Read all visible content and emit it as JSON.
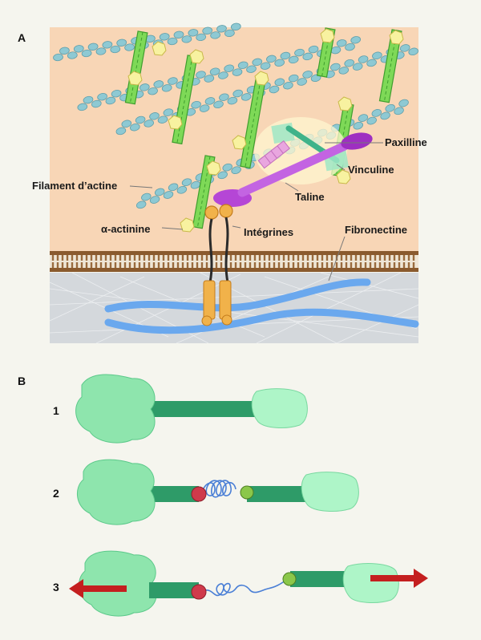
{
  "panel_a": {
    "letter": "A",
    "labels": {
      "filament_actine": "Filament d’actine",
      "alpha_actinine": "α-actinine",
      "integrines": "Intégrines",
      "taline": "Taline",
      "paxilline": "Paxilline",
      "vinculine": "Vinculine",
      "fibronectine": "Fibronectine"
    }
  },
  "panel_b": {
    "letter": "B",
    "steps": [
      {
        "number": "1",
        "state": "folded"
      },
      {
        "number": "2",
        "state": "unfolded-coil"
      },
      {
        "number": "3",
        "state": "stretched-under-force"
      }
    ]
  },
  "colors": {
    "cytoplasm": "#f8d6b6",
    "membrane": "#8a5a2e",
    "matrix": "#d4d8dc",
    "actin": "#8ec9d3",
    "alpha_actinin": "#7ed957",
    "integrin": "#f1b24a",
    "talin": "#b546d6",
    "fibronectin": "#6aa8ee",
    "head_dark": "#8ee5ad",
    "head_light": "#aef5c8",
    "rod": "#2e9b68",
    "red_dot": "#cf3a4b",
    "green_dot": "#8bc74a",
    "arrow": "#c41f1f"
  }
}
